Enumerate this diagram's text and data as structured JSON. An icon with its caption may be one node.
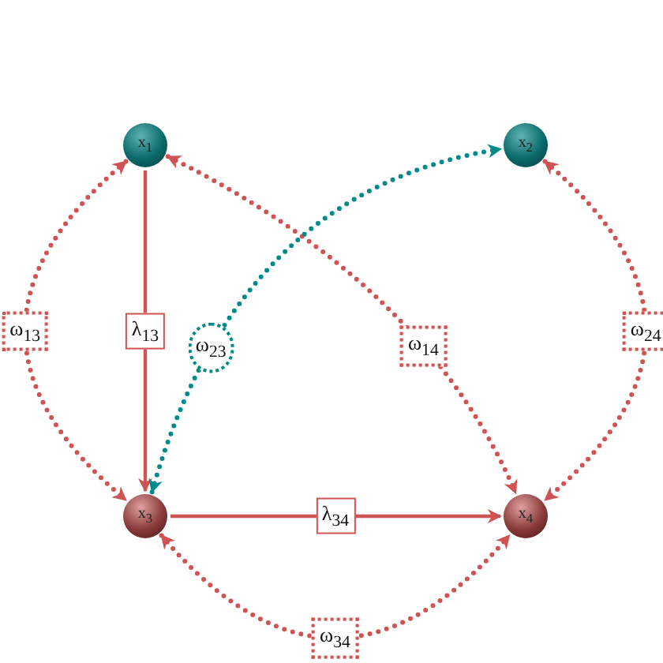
{
  "diagram": {
    "nodes": [
      {
        "text": [
          "x$_{1}$"
        ]
      },
      {
        "text": [
          "x$_{2}$"
        ]
      },
      {
        "text": [
          "x$_{3}$"
        ]
      },
      {
        "text": [
          "x$_{4}$"
        ]
      }
    ],
    "edges": [
      {
        "from": 0,
        "to": 2,
        "arrow": "to",
        "label": "λ$_{13}$"
      },
      {
        "from": 2,
        "to": 3,
        "arrow": "to",
        "label": "λ$_{34}$"
      },
      {
        "from": 0,
        "to": 2,
        "arrow": "both",
        "label": "ω$_{13}$",
        "style": "dashed"
      },
      {
        "from": 1,
        "to": 3,
        "arrow": "both",
        "label": "ω$_{24}$",
        "style": "dashed"
      },
      {
        "from": 0,
        "to": 3,
        "arrow": "both",
        "label": "ω$_{14}$",
        "style": "dashed"
      },
      {
        "from": 2,
        "to": 1,
        "arrow": "both",
        "label": "ω$_{23}$",
        "style": "dashed",
        "color": "#008b8b"
      },
      {
        "from": 2,
        "to": 3,
        "arrow": "both",
        "label": "ω$_{34}$",
        "style": "dashed"
      }
    ]
  }
}
